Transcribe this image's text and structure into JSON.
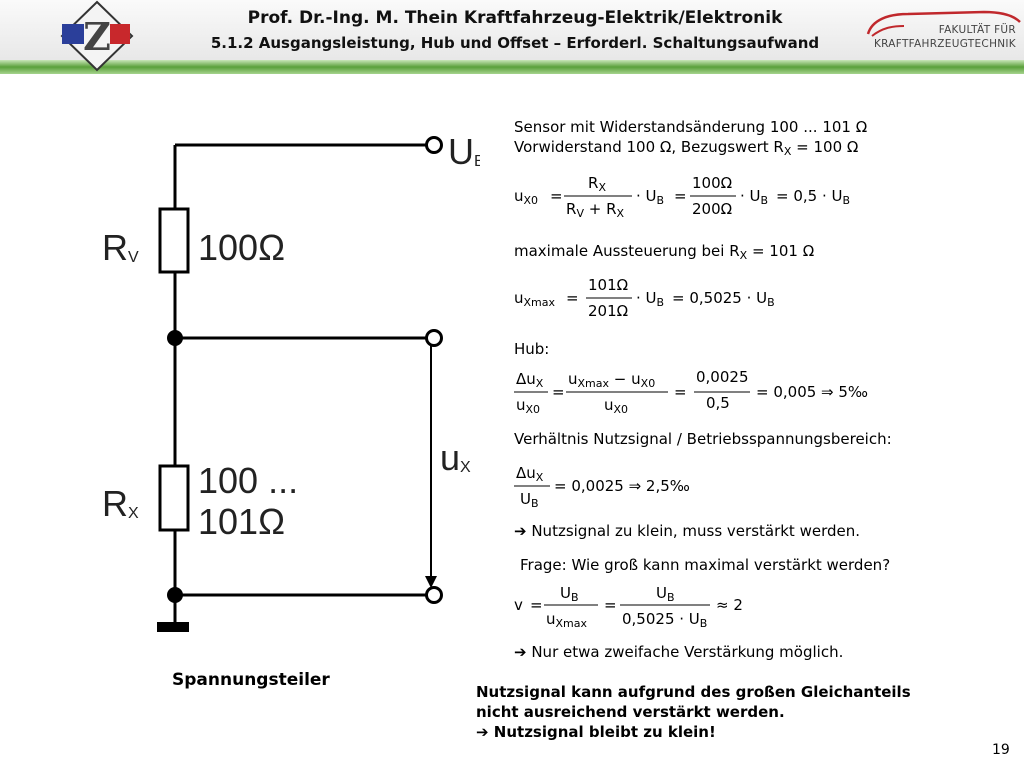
{
  "header": {
    "title": "Prof. Dr.-Ing. M. Thein   Kraftfahrzeug-Elektrik/Elektronik",
    "subtitle": "5.1.2 Ausgangsleistung, Hub und Offset – Erforderl. Schaltungsaufwand",
    "logo_right_line1": "FAKULTÄT FÜR",
    "logo_right_line2": "KRAFTFAHRZEUGTECHNIK",
    "logo_left_letter": "Z"
  },
  "circuit": {
    "ub_main": "U",
    "ub_sub": "B",
    "rv_main": "R",
    "rv_sub": "V",
    "rv_value": "100Ω",
    "ux_main": "u",
    "ux_sub": "X",
    "rx_main": "R",
    "rx_sub": "X",
    "rx_value_line1": "100 ...",
    "rx_value_line2": "101Ω",
    "caption": "Spannungsteiler"
  },
  "text": {
    "sensor_line1": "Sensor mit Widerstandsänderung 100 ... 101 Ω",
    "sensor_line2_a": "Vorwiderstand 100 Ω, Bezugswert R",
    "sensor_line2_sub": "X",
    "sensor_line2_b": " = 100 Ω",
    "max_a": "maximale Aussteuerung  bei R",
    "max_sub": "X",
    "max_b": " = 101 Ω",
    "hub": "Hub:",
    "ratio_label": "Verhältnis Nutzsignal / Betriebsspannungsbereich:",
    "note1": "➔ Nutzsignal zu klein, muss verstärkt werden.",
    "question": "Frage: Wie groß kann maximal verstärkt werden?",
    "note2": "➔ Nur etwa zweifache Verstärkung möglich.",
    "conclusion_line1": "Nutzsignal kann aufgrund des großen Gleichanteils",
    "conclusion_line2": "nicht ausreichend verstärkt werden.",
    "conclusion_line3": "➔ Nutzsignal bleibt zu klein!"
  },
  "equations": {
    "eq1": {
      "lhs": "uX0",
      "num": "RX",
      "den": "RV + RX",
      "mult": "· UB",
      "num2": "100Ω",
      "den2": "200Ω",
      "mult2": "· UB",
      "result": "0,5 · UB"
    },
    "eq2": {
      "lhs": "uXmax",
      "num": "101Ω",
      "den": "201Ω",
      "mult": "· UB",
      "result": "0,5025 · UB"
    },
    "eq3": {
      "lhs_num": "ΔuX",
      "lhs_den": "uX0",
      "num": "uXmax − uX0",
      "den": "uX0",
      "num2": "0,0025",
      "den2": "0,5",
      "result": "0,005",
      "permille": "5‰"
    },
    "eq4": {
      "lhs_num": "ΔuX",
      "lhs_den": "UB",
      "result": "0,0025",
      "permille": "2,5‰"
    },
    "eq5": {
      "lhs": "v",
      "num": "UB",
      "den": "uXmax",
      "num2": "UB",
      "den2": "0,5025 · UB",
      "result": "2"
    }
  },
  "page_number": "19"
}
